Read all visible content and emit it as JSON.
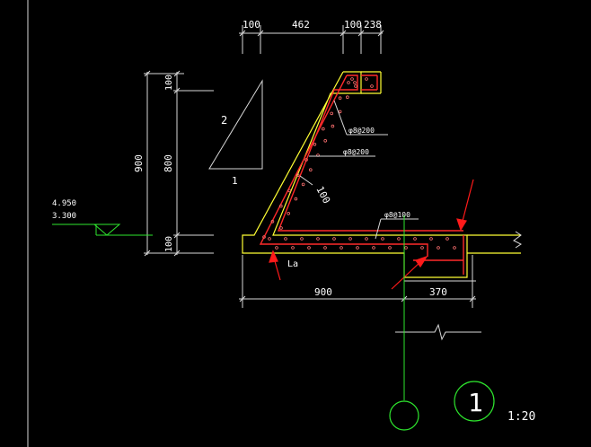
{
  "colors": {
    "background": "#000000",
    "dim": "#d9d9d9",
    "outline": "#ffff33",
    "rebar": "#ff2a2a",
    "level": "#2ee62e",
    "grid": "#2ee62e",
    "text": "#ffffff",
    "hatch": "#ff7070",
    "arrow": "#ff1a1a"
  },
  "dims_top": [
    "100",
    "462",
    "100",
    "238"
  ],
  "dims_left": {
    "total": "900",
    "parts": [
      "100",
      "800",
      "100"
    ]
  },
  "slope": {
    "vertical": "2",
    "horizontal": "1"
  },
  "rebar_labels": {
    "upper": "φ8@200",
    "middle": "φ8@200",
    "slab": "φ8@100",
    "thickness": "100",
    "anchor": "La"
  },
  "levels": [
    "4.950",
    "3.300"
  ],
  "dims_bottom": [
    "900",
    "370"
  ],
  "section": {
    "number": "1",
    "scale": "1:20"
  }
}
